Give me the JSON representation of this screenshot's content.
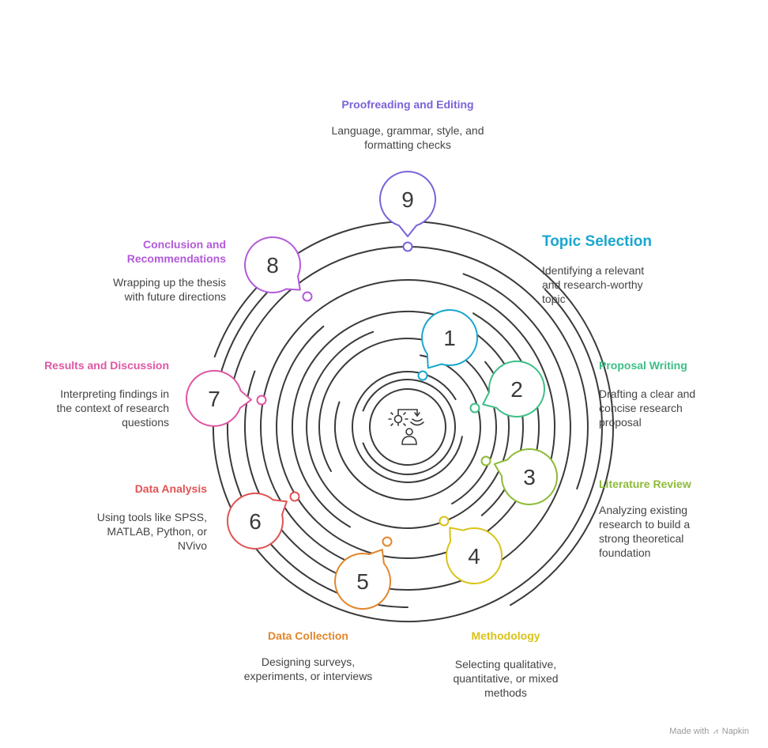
{
  "steps": [
    {
      "num": "1",
      "title": "Topic Selection",
      "desc": "Identifying a relevant and research-worthy topic",
      "color": "#1aa6cf"
    },
    {
      "num": "2",
      "title": "Proposal Writing",
      "desc": "Drafting a clear and concise research proposal",
      "color": "#3cbf86"
    },
    {
      "num": "3",
      "title": "Literature Review",
      "desc": "Analyzing existing research to build a strong theoretical foundation",
      "color": "#8dbb37"
    },
    {
      "num": "4",
      "title": "Methodology",
      "desc": "Selecting qualitative, quantitative, or mixed methods",
      "color": "#d9c318"
    },
    {
      "num": "5",
      "title": "Data Collection",
      "desc": "Designing surveys, experiments, or interviews",
      "color": "#e3862b"
    },
    {
      "num": "6",
      "title": "Data Analysis",
      "desc": "Using tools like SPSS, MATLAB, Python, or NVivo",
      "color": "#e05353"
    },
    {
      "num": "7",
      "title": "Results and Discussion",
      "desc": "Interpreting findings in the context of research questions",
      "color": "#df56a4"
    },
    {
      "num": "8",
      "title": "Conclusion and Recommendations",
      "desc": "Wrapping up the thesis with future directions",
      "color": "#b25ad9"
    },
    {
      "num": "9",
      "title": "Proofreading and Editing",
      "desc": "Language, grammar, style, and formatting checks",
      "color": "#7b62d9"
    }
  ],
  "center_icon": "researcher-icon",
  "footer": {
    "made_with": "Made with",
    "brand": "Napkin"
  }
}
